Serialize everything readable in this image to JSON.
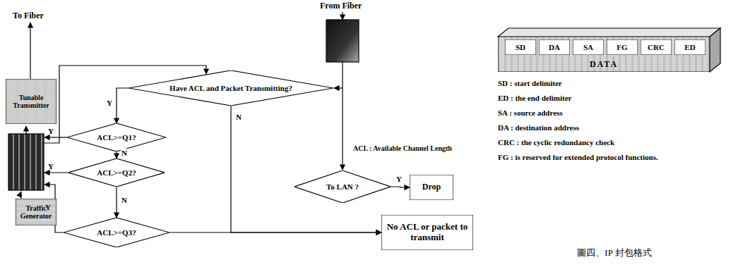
{
  "diagram": {
    "caption": "圖四、IP 封包格式",
    "nodes": [
      {
        "text": [
          "Tunable Transmitter"
        ]
      },
      {
        "text": [
          "Traffic Generator"
        ]
      },
      {
        "text": [
          "Have ACL and Packet Transmitting?"
        ]
      },
      {
        "text": [
          "ACL>=Q1?"
        ]
      },
      {
        "text": [
          "ACL>=Q2?"
        ]
      },
      {
        "text": [
          "ACL>=Q3?"
        ]
      },
      {
        "text": [
          "To LAN ?"
        ]
      },
      {
        "text": [
          "Drop"
        ]
      },
      {
        "text": [
          "No ACL or packet to transmit"
        ]
      },
      {
        "text": [
          "DATA"
        ]
      },
      {
        "text": [
          "SD"
        ],
        "in": 9
      },
      {
        "text": [
          "DA"
        ],
        "in": 9
      },
      {
        "text": [
          "SA"
        ],
        "in": 9
      },
      {
        "text": [
          "FG"
        ],
        "in": 9
      },
      {
        "text": [
          "CRC"
        ],
        "in": 9
      },
      {
        "text": [
          "ED"
        ],
        "in": 9
      }
    ],
    "edges": [
      {
        "from": 2,
        "to": 3,
        "arrow": "to",
        "label": "Y"
      },
      {
        "from": 2,
        "to": 8,
        "arrow": "to",
        "label": "N"
      },
      {
        "from": 3,
        "to": 4,
        "arrow": "to",
        "label": "N"
      },
      {
        "from": 4,
        "to": 5,
        "arrow": "to",
        "label": "N"
      },
      {
        "from": 5,
        "to": 8,
        "arrow": "to"
      },
      {
        "from": 6,
        "to": 7,
        "arrow": "to",
        "label": "Y"
      }
    ],
    "labels": [
      "To Fiber",
      "From Fiber",
      "Y",
      "Y",
      "Y",
      "ACL : Available Channel Length",
      "SD : start delimiter",
      "ED : the end delimiter",
      "SA : source address",
      "DA : destination address",
      "CRC : the cyclic redundancy check",
      "FG : is reserved for extended protocol functions."
    ]
  }
}
